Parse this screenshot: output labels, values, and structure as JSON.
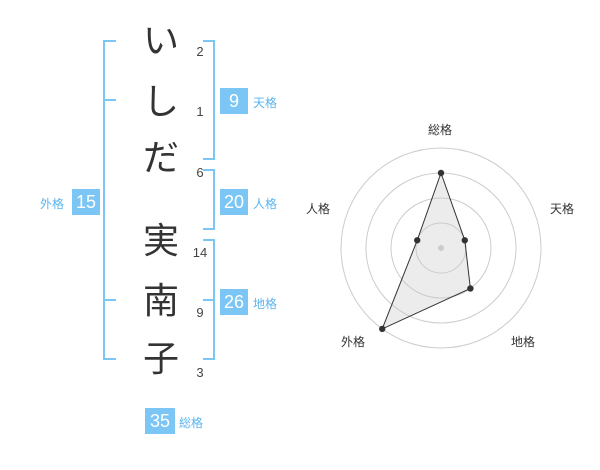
{
  "name": {
    "chars": [
      {
        "char": "い",
        "strokes": "2"
      },
      {
        "char": "し",
        "strokes": "1"
      },
      {
        "char": "だ",
        "strokes": "6"
      },
      {
        "char": "実",
        "strokes": "14"
      },
      {
        "char": "南",
        "strokes": "9"
      },
      {
        "char": "子",
        "strokes": "3"
      }
    ]
  },
  "kaku": {
    "tenkaku": {
      "value": "9",
      "label": "天格"
    },
    "jinkaku": {
      "value": "20",
      "label": "人格"
    },
    "chikaku": {
      "value": "26",
      "label": "地格"
    },
    "gaikaku": {
      "value": "15",
      "label": "外格"
    },
    "soukaku": {
      "value": "35",
      "label": "総格"
    }
  },
  "colors": {
    "accent": "#7cc6f5",
    "label": "#5ab4ee",
    "bracket": "#7cc6f5"
  },
  "chart_data": {
    "type": "radar",
    "axes": [
      "総格",
      "天格",
      "地格",
      "外格",
      "人格"
    ],
    "values": [
      3,
      1,
      2,
      4,
      1
    ],
    "range": [
      0,
      4
    ],
    "rings": 4
  }
}
